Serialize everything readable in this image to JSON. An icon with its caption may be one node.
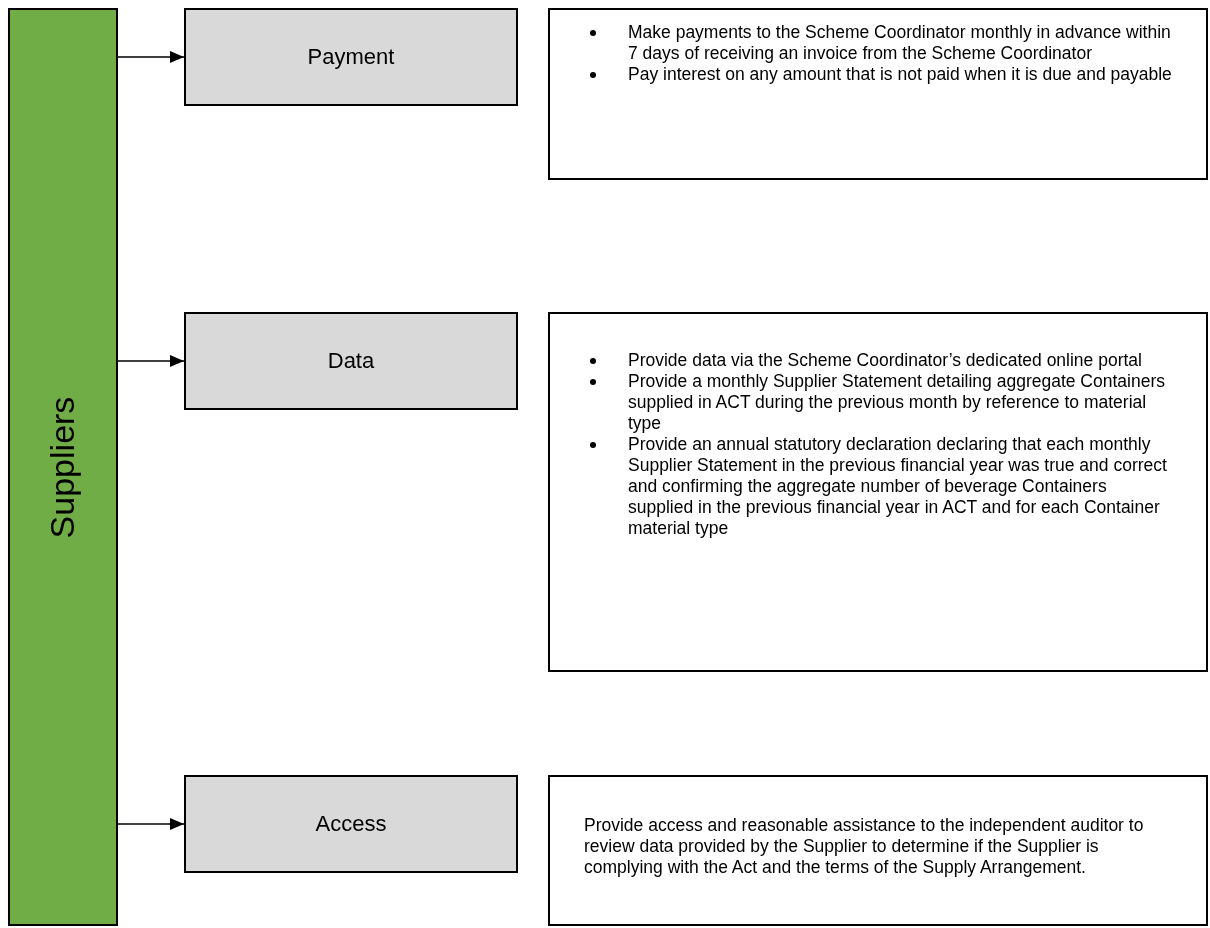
{
  "diagram": {
    "nodes": [
      {
        "text": [
          "Suppliers"
        ]
      },
      {
        "text": [
          "Payment"
        ]
      },
      {
        "text": [
          "Data"
        ]
      },
      {
        "text": [
          "Access"
        ]
      },
      {
        "text": [
          "Make payments to the Scheme Coordinator monthly in advance within 7 days of receiving an invoice from the Scheme Coordinator",
          "Pay interest on any amount that is not paid when it is due and payable"
        ]
      },
      {
        "text": [
          "Provide data via the Scheme Coordinator’s dedicated online portal",
          "Provide a monthly Supplier Statement detailing aggregate Containers supplied in ACT during the previous month by reference to material type",
          "Provide an annual statutory declaration declaring that each monthly Supplier Statement in the previous financial year was true and correct and confirming the aggregate number of beverage Containers supplied in the previous financial year in ACT and for each Container material type"
        ]
      },
      {
        "text": [
          "Provide access and reasonable assistance to the independent auditor to review data provided by the Supplier to determine if the Supplier is complying with the Act and the terms of the Supply Arrangement."
        ]
      }
    ],
    "edges": [
      {
        "from": 0,
        "to": 1,
        "arrow": "to"
      },
      {
        "from": 0,
        "to": 2,
        "arrow": "to"
      },
      {
        "from": 0,
        "to": 3,
        "arrow": "to"
      }
    ]
  }
}
